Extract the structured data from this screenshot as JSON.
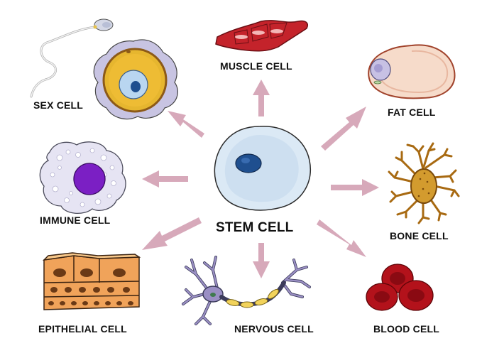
{
  "center": {
    "label": "STEM CELL"
  },
  "cells": {
    "sex": {
      "label": "SEX CELL",
      "icon": "sex-cell-icon"
    },
    "muscle": {
      "label": "MUSCLE CELL",
      "icon": "muscle-cell-icon"
    },
    "fat": {
      "label": "FAT CELL",
      "icon": "fat-cell-icon"
    },
    "immune": {
      "label": "IMMUNE CELL",
      "icon": "immune-cell-icon"
    },
    "bone": {
      "label": "BONE CELL",
      "icon": "bone-cell-icon"
    },
    "epithelial": {
      "label": "EPITHELIAL CELL",
      "icon": "epithelial-cell-icon"
    },
    "nervous": {
      "label": "NERVOUS CELL",
      "icon": "nervous-cell-icon"
    },
    "blood": {
      "label": "BLOOD CELL",
      "icon": "blood-cell-icon"
    }
  },
  "colors": {
    "arrow": "#d7a9ba",
    "stem_fill": "#dbe9f5",
    "stem_nucleus": "#1f4f8f",
    "muscle": "#c4232b",
    "blood": "#b3121b",
    "immune_nucleus": "#7b1fc4",
    "bone": "#a86a12",
    "fat": "#f6dbca",
    "sex_yolk": "#e4b431",
    "epithelial": "#f0a35a",
    "nerve": "#9a8fc4",
    "myelin": "#f2d35b"
  }
}
